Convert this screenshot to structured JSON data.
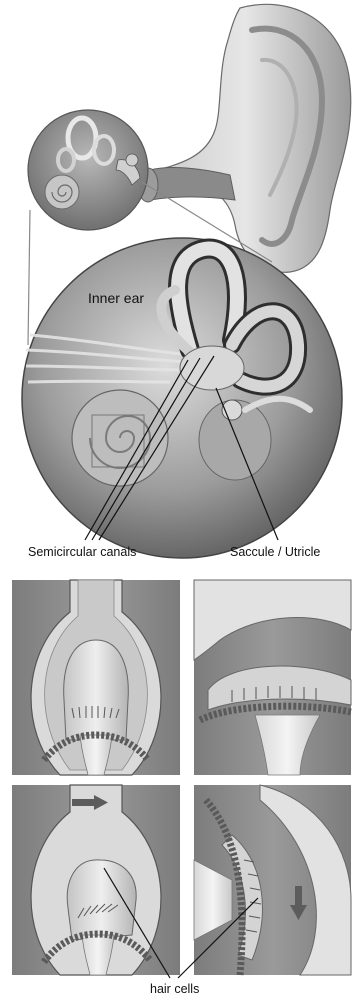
{
  "labels": {
    "inner_ear": "Inner ear",
    "semicircular_canals": "Semicircular canals",
    "saccule_utricle": "Saccule / Utricle",
    "hair_cells": "hair cells"
  },
  "colors": {
    "skin_light": "#d9d9d9",
    "skin_mid": "#a9a9a9",
    "skin_dark": "#6e6e6e",
    "panel_bg": "#8a8a8a",
    "line": "#111111"
  }
}
